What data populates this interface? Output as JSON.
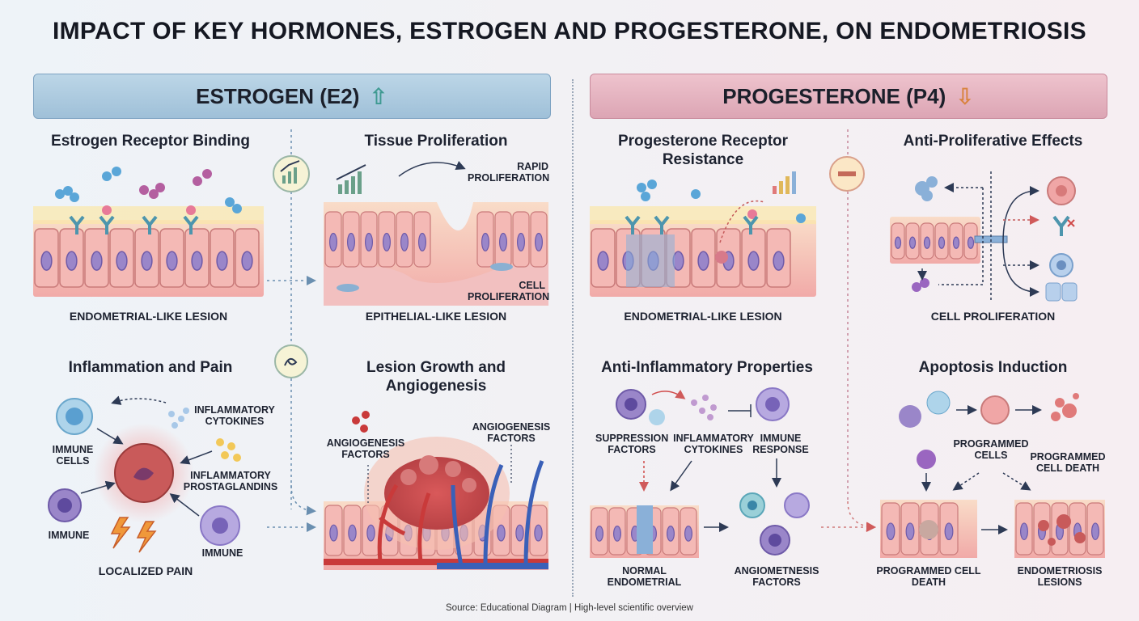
{
  "title": "IMPACT OF KEY HORMONES, ESTROGEN AND PROGESTERONE, ON ENDOMETRIOSIS",
  "source": "Source: Educational Diagram | High-level scientific overview",
  "estrogen": {
    "banner": "ESTROGEN (E2)",
    "arrow": "⇧",
    "panels": {
      "receptor": {
        "title": "Estrogen Receptor Binding",
        "caption": "ENDOMETRIAL-LIKE LESION"
      },
      "proliferation": {
        "title": "Tissue Proliferation",
        "caption": "EPITHELIAL-LIKE  LESION",
        "rapid": "RAPID\nPROLIFERATION",
        "cell": "CELL\nPROLIFERATION"
      },
      "inflammation": {
        "title": "Inflammation and Pain",
        "immune_cells": "IMMUNE\nCELLS",
        "cytokines": "INFLAMMATORY\nCYTOKINES",
        "prostaglandins": "INFLAMMATORY\nPROSTAGLANDINS",
        "immune_left": "IMMUNE",
        "immune_right": "IMMUNE",
        "caption": "LOCALIZED PAIN"
      },
      "growth": {
        "title": "Lesion Growth and\nAngiogenesis",
        "factors_left": "ANGIOGENESIS\nFACTORS",
        "factors_right": "ANGIOGENESIS\nFACTORS"
      }
    }
  },
  "progesterone": {
    "banner": "PROGESTERONE (P4)",
    "arrow": "⇩",
    "panels": {
      "resistance": {
        "title": "Progesterone Receptor\nResistance",
        "caption": "ENDOMETRIAL-LIKE LESION"
      },
      "antiprolif": {
        "title": "Anti-Proliferative Effects",
        "caption": "CELL PROLIFERATION"
      },
      "antiinflam": {
        "title": "Anti-Inflammatory Properties",
        "suppression": "SUPPRESSION\nFACTORS",
        "cytokines": "INFLAMMATORY\nCYTOKINES",
        "immune": "IMMUNE\nRESPONSE",
        "normal": "NORMAL ENDOMETRIAL",
        "angio": "ANGIOMETNESIS\nFACTORS"
      },
      "apoptosis": {
        "title": "Apoptosis Induction",
        "programmed_cells": "PROGRAMMED\nCELLS",
        "programmed_death": "PROGRAMMED\nCELL DEATH",
        "pcd_bottom": "PROGRAMMED CELL\nDEATH",
        "lesions": "ENDOMETRIOSIS\nLESIONS"
      }
    }
  },
  "colors": {
    "estrogen_banner": "#a9c9df",
    "progesterone_banner": "#e5b3c0",
    "tissue": "#f2b6b3",
    "nucleus": "#9a86c9",
    "receptor": "#5a9fb4"
  }
}
